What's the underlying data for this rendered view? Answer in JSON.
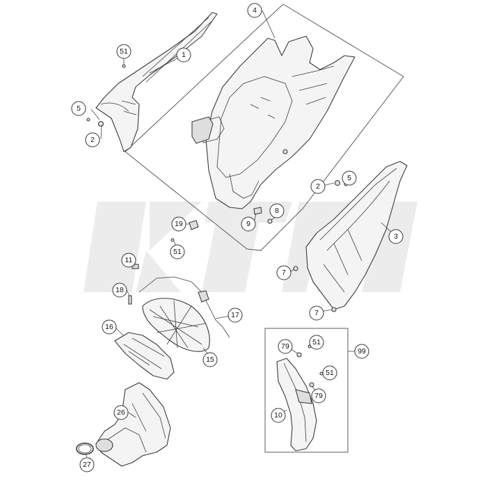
{
  "callouts": [
    {
      "id": "c1",
      "label": "1"
    },
    {
      "id": "c2a",
      "label": "2"
    },
    {
      "id": "c2b",
      "label": "2"
    },
    {
      "id": "c3",
      "label": "3"
    },
    {
      "id": "c4",
      "label": "4"
    },
    {
      "id": "c5a",
      "label": "5"
    },
    {
      "id": "c5b",
      "label": "5"
    },
    {
      "id": "c7a",
      "label": "7"
    },
    {
      "id": "c7b",
      "label": "7"
    },
    {
      "id": "c8",
      "label": "8"
    },
    {
      "id": "c9",
      "label": "9"
    },
    {
      "id": "c10",
      "label": "10"
    },
    {
      "id": "c11",
      "label": "11"
    },
    {
      "id": "c15",
      "label": "15"
    },
    {
      "id": "c16",
      "label": "16"
    },
    {
      "id": "c17",
      "label": "17"
    },
    {
      "id": "c18",
      "label": "18"
    },
    {
      "id": "c19",
      "label": "19"
    },
    {
      "id": "c26",
      "label": "26"
    },
    {
      "id": "c27",
      "label": "27"
    },
    {
      "id": "c51a",
      "label": "51"
    },
    {
      "id": "c51b",
      "label": "51"
    },
    {
      "id": "c51c",
      "label": "51"
    },
    {
      "id": "c51d",
      "label": "51"
    },
    {
      "id": "c79a",
      "label": "79"
    },
    {
      "id": "c79b",
      "label": "79"
    },
    {
      "id": "c99",
      "label": "99"
    }
  ],
  "colors": {
    "line": "#3a3a3a",
    "fill": "#f4f4f4",
    "watermark": "#ececec"
  },
  "watermark_logo": "ktm-logo"
}
